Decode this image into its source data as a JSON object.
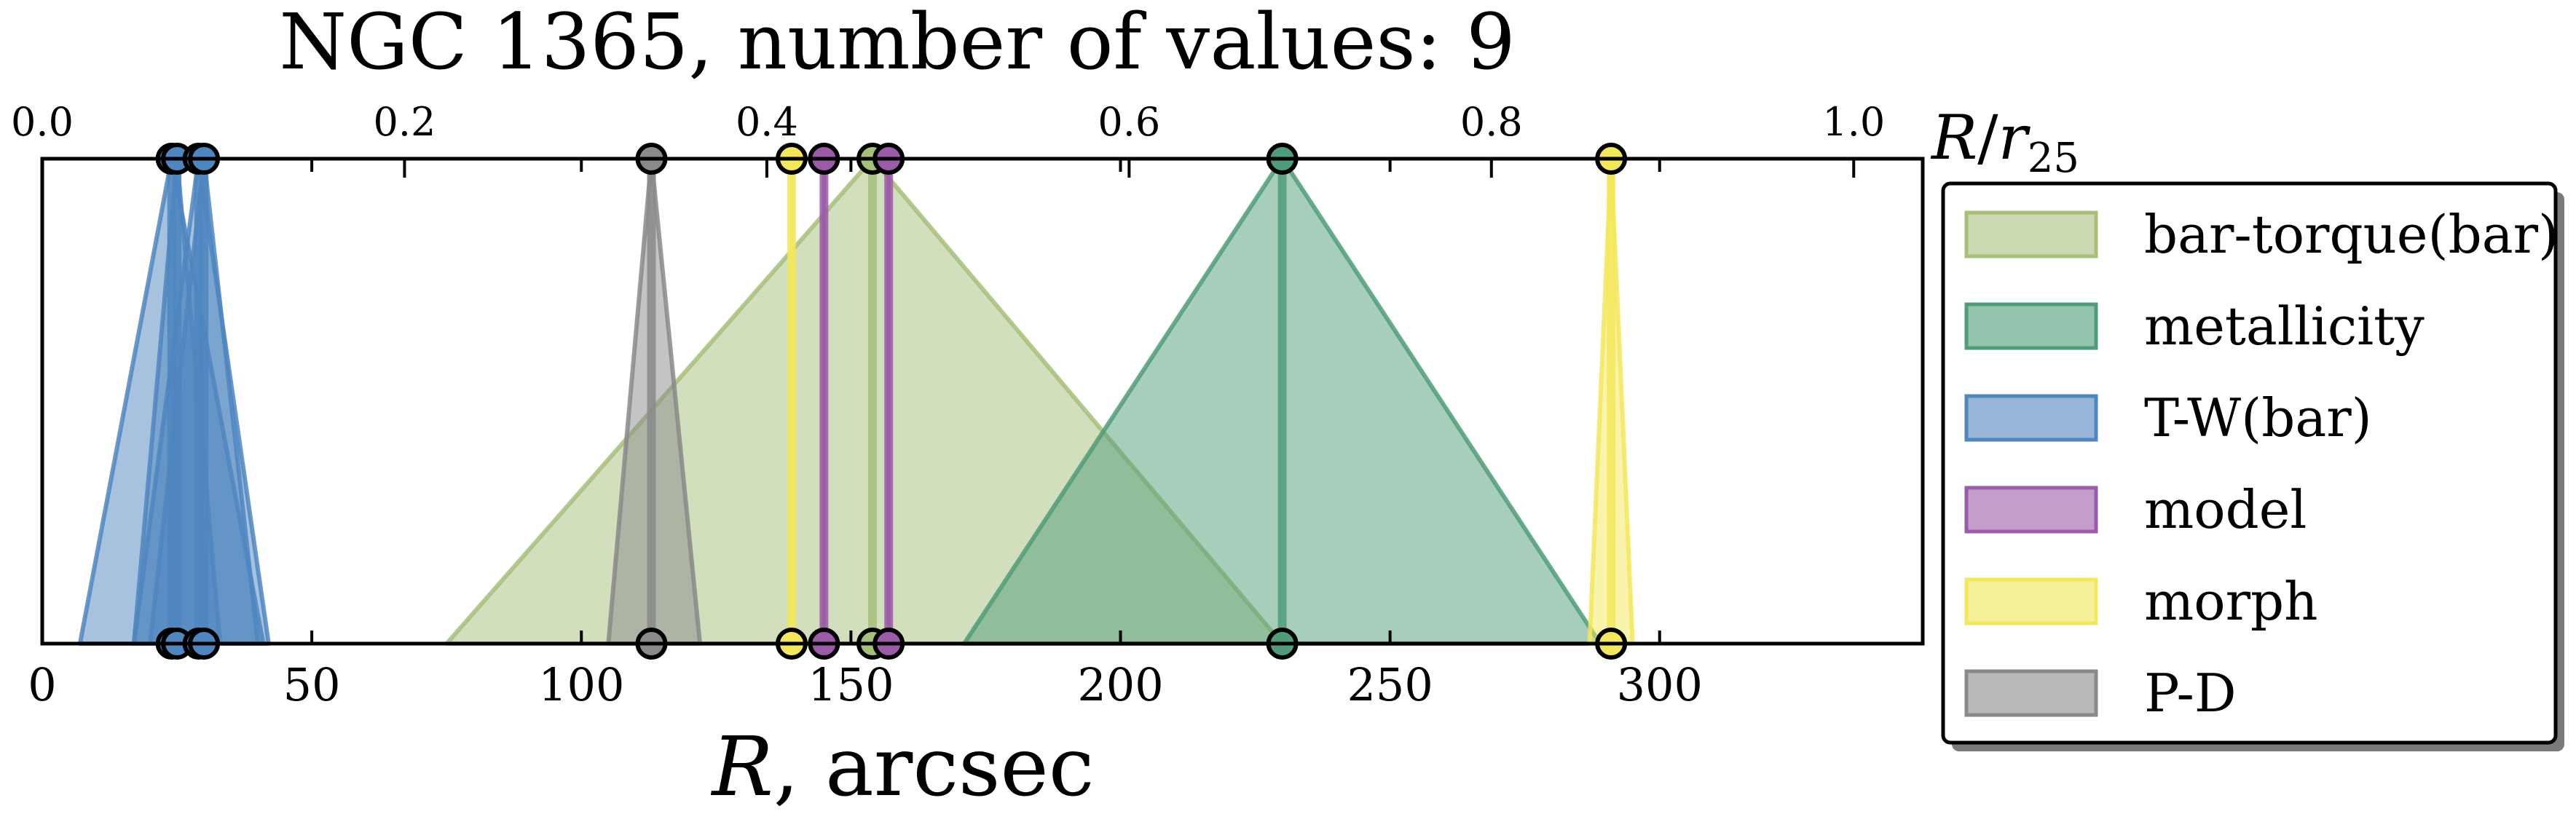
{
  "chart_data": {
    "type": "area",
    "title": "NGC 1365, number of values: 9",
    "xlabel": "R, arcsec",
    "top_axis_label": "R/r25",
    "xlim": [
      0,
      348.8
    ],
    "ylim": [
      0,
      1
    ],
    "x_ticks": [
      "0",
      "50",
      "100",
      "150",
      "200",
      "250",
      "300"
    ],
    "x_tick_values": [
      0,
      50,
      100,
      150,
      200,
      250,
      300
    ],
    "top_ticks": [
      "0.0",
      "0.2",
      "0.4",
      "0.6",
      "0.8",
      "1.0"
    ],
    "top_tick_values": [
      0.0,
      0.2,
      0.4,
      0.6,
      0.8,
      1.0
    ],
    "top_axis_scale_arcsec_per_unit": 336.0,
    "grid": false,
    "legend_position": "right",
    "series": [
      {
        "name": "bar-torque(bar)",
        "color": "#a6c07a",
        "values": [
          {
            "r": 154,
            "lo": 75,
            "hi": 230
          }
        ]
      },
      {
        "name": "metallicity",
        "color": "#4f9d78",
        "values": [
          {
            "r": 230,
            "lo": 171,
            "hi": 289
          }
        ]
      },
      {
        "name": "T-W(bar)",
        "color": "#4f86c0",
        "values": [
          {
            "r": 24,
            "lo": 7,
            "hi": 41
          },
          {
            "r": 25,
            "lo": 17,
            "hi": 33
          },
          {
            "r": 29,
            "lo": 17,
            "hi": 42
          },
          {
            "r": 30,
            "lo": 20,
            "hi": 40
          }
        ]
      },
      {
        "name": "model",
        "color": "#9c5ba8",
        "values": [
          {
            "r": 145,
            "lo": 145,
            "hi": 145
          },
          {
            "r": 157,
            "lo": 157,
            "hi": 157
          }
        ]
      },
      {
        "name": "morph",
        "color": "#f3e85a",
        "values": [
          {
            "r": 139,
            "lo": 139,
            "hi": 139
          },
          {
            "r": 291,
            "lo": 287,
            "hi": 295
          }
        ]
      },
      {
        "name": "P-D",
        "color": "#8a8a8a",
        "values": [
          {
            "r": 113,
            "lo": 105,
            "hi": 122
          }
        ]
      }
    ]
  }
}
